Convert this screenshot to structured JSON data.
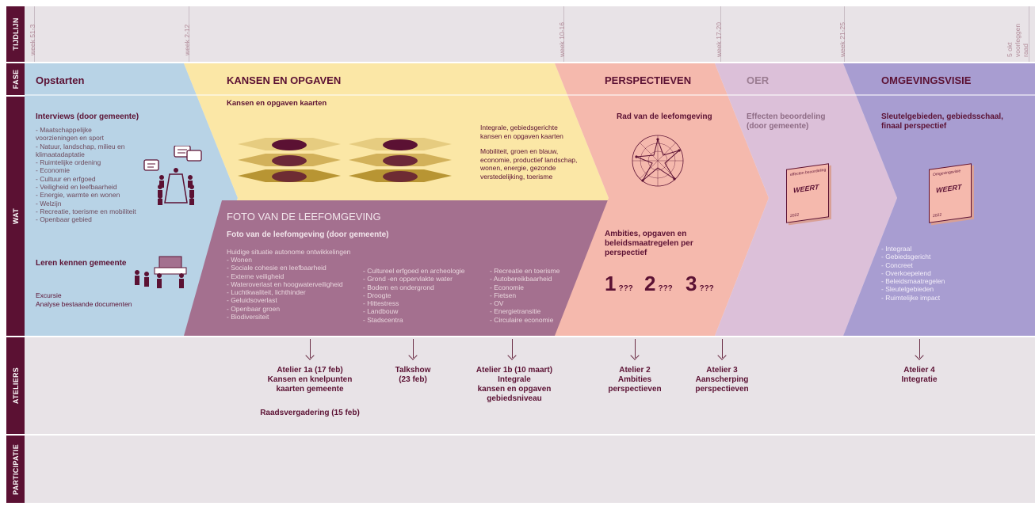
{
  "rows": {
    "tijdlijn": "TIJDLIJN",
    "fase": "FASE",
    "wat": "WAT",
    "ateliers": "ATELIERS",
    "participatie": "PARTICIPATIE"
  },
  "timeline": {
    "w1": "week 51-3",
    "w2": "week 2-12",
    "w3": "week 10-16",
    "w4": "week 17-20",
    "w5": "week 21-25",
    "w6a": "5 okt",
    "w6b": "voorleggen",
    "w6c": "raad"
  },
  "phases": {
    "opstarten": "Opstarten",
    "kansen": "KANSEN EN OPGAVEN",
    "perspectieven": "PERSPECTIEVEN",
    "oer": "OER",
    "omgevingsvisie": "OMGEVINGSVISIE"
  },
  "opstarten": {
    "interviews_title": "Interviews (door gemeente)",
    "items": [
      "- Maatschappelijke",
      "voorzieningen en sport",
      "- Natuur, landschap, milieu en",
      "klimaatadaptatie",
      "- Ruimtelijke ordening",
      "- Economie",
      "- Cultuur en erfgoed",
      "- Veiligheid en leefbaarheid",
      "- Energie, warmte en wonen",
      "- Welzijn",
      "- Recreatie, toerisme en mobiliteit",
      "- Openbaar gebied"
    ],
    "leren_title": "Leren kennen gemeente",
    "leren_1": "Excursie",
    "leren_2": "Analyse bestaande documenten"
  },
  "kansen": {
    "kaarten_title": "Kansen en opgaven kaarten",
    "integrale": "Integrale, gebiedsgerichte kansen en opgaven kaarten",
    "themes": "Mobiliteit, groen en blauw, economie, productief landschap, wonen, energie, gezonde verstedelijking, toerisme"
  },
  "foto": {
    "title": "FOTO VAN DE LEEFOMGEVING",
    "subtitle": "Foto van de leefomgeving (door gemeente)",
    "intro_1": "Huidige situatie autonome ontwikkelingen",
    "col1": [
      "- Wonen",
      "- Sociale cohesie en leefbaarheid",
      "- Externe veiligheid",
      "- Wateroverlast en hoogwaterveiligheid",
      "- Luchtkwaliteit, lichthinder",
      "- Geluidsoverlast",
      "- Openbaar groen",
      "- Biodiversiteit"
    ],
    "col2": [
      "- Cultureel erfgoed en archeologie",
      "- Grond -en oppervlakte water",
      "- Bodem en ondergrond",
      "- Droogte",
      "- Hittestress",
      "- Landbouw",
      "- Stadscentra"
    ],
    "col3": [
      "- Recreatie en toerisme",
      "- Autobereikbaarheid",
      "- Economie",
      "- Fietsen",
      "- OV",
      "- Energietransitie",
      "- Circulaire economie"
    ]
  },
  "perspectieven": {
    "rad": "Rad van de leefomgeving",
    "ambities": "Ambities, opgaven en beleidsmaatregelen per perspectief",
    "n1": "1",
    "n2": "2",
    "n3": "3",
    "q": "???"
  },
  "oer": {
    "effecten": "Effecten beoordeling (door gemeente)",
    "book_title": "WEERT",
    "book_top": "effecten beoordeling",
    "book_year": "2022"
  },
  "omgevingsvisie": {
    "title": "Sleutelgebieden, gebiedsschaal, finaal perspectief",
    "book_title": "WEERT",
    "book_top": "Omgevingsvisie",
    "book_year": "2022",
    "items": [
      "- Integraal",
      "- Gebiedsgericht",
      "- Concreet",
      "- Overkoepelend",
      "- Beleidsmaatregelen",
      "- Sleutelgebieden",
      "- Ruimtelijke impact"
    ]
  },
  "ateliers": {
    "a1a_1": "Atelier 1a (17 feb)",
    "a1a_2": "Kansen en knelpunten",
    "a1a_3": "kaarten gemeente",
    "raad": "Raadsvergadering (15 feb)",
    "talk_1": "Talkshow",
    "talk_2": "(23 feb)",
    "a1b_1": "Atelier 1b (10 maart)",
    "a1b_2": "Integrale",
    "a1b_3": "kansen en opgaven",
    "a1b_4": "gebiedsniveau",
    "a2_1": "Atelier 2",
    "a2_2": "Ambities",
    "a2_3": "perspectieven",
    "a3_1": "Atelier 3",
    "a3_2": "Aanscherping",
    "a3_3": "perspectieven",
    "a4_1": "Atelier 4",
    "a4_2": "Integratie"
  },
  "colors": {
    "blue": "#b8d3e6",
    "yellow": "#fbe7a6",
    "mauve": "#a4708f",
    "pink": "#f5b9ad",
    "lilac": "#dcc0d9",
    "violet": "#a89dd1",
    "dark": "#5b1133"
  }
}
